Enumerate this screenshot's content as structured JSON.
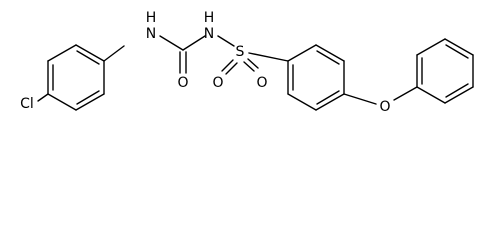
{
  "molecule": {
    "atoms": {
      "chlorine": "Cl",
      "urea_nh_left": "H",
      "urea_nh_left_n": "N",
      "urea_nh_right": "H",
      "urea_nh_right_n": "N",
      "urea_oxygen": "O",
      "sulfur": "S",
      "sulfonyl_oxygen_left": "O",
      "sulfonyl_oxygen_right": "O",
      "ether_oxygen": "O"
    }
  }
}
